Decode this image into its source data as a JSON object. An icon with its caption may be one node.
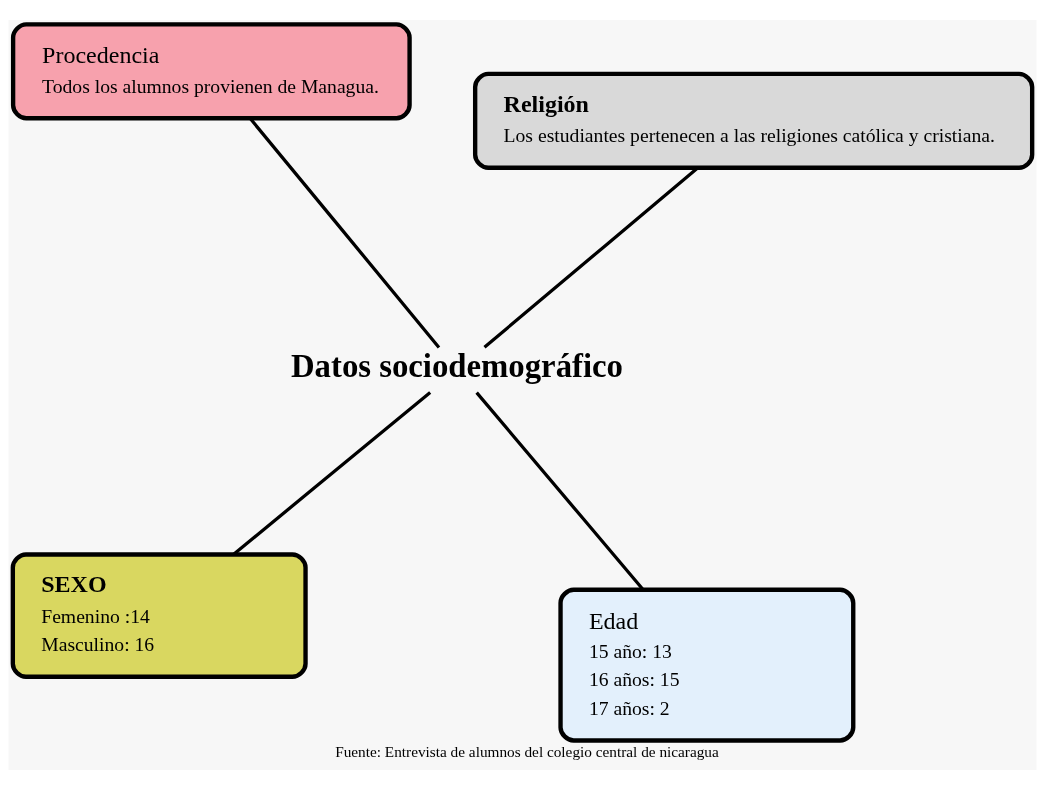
{
  "diagram": {
    "caption": "Fuente: Entrevista de alumnos del colegio central de nicaragua",
    "nodes": [
      {
        "text": [
          "SEXO",
          "Femenino :14",
          "Masculino: 16"
        ]
      },
      {
        "text": [
          "Edad",
          "15 año: 13",
          "16 años: 15",
          "17 años: 2"
        ]
      },
      {
        "text": [
          "Datos sociodemográfico"
        ]
      },
      {
        "text": [
          "Procedencia",
          "Todos los alumnos provienen de Managua."
        ]
      },
      {
        "text": [
          "Religión",
          "Los estudiantes pertenecen a las religiones católica y cristiana."
        ]
      }
    ],
    "edges": [
      {
        "from": 0,
        "to": 2,
        "arrow": "none"
      },
      {
        "from": 1,
        "to": 2,
        "arrow": "none"
      },
      {
        "from": 3,
        "to": 2,
        "arrow": "none"
      },
      {
        "from": 4,
        "to": 2,
        "arrow": "none"
      }
    ]
  }
}
